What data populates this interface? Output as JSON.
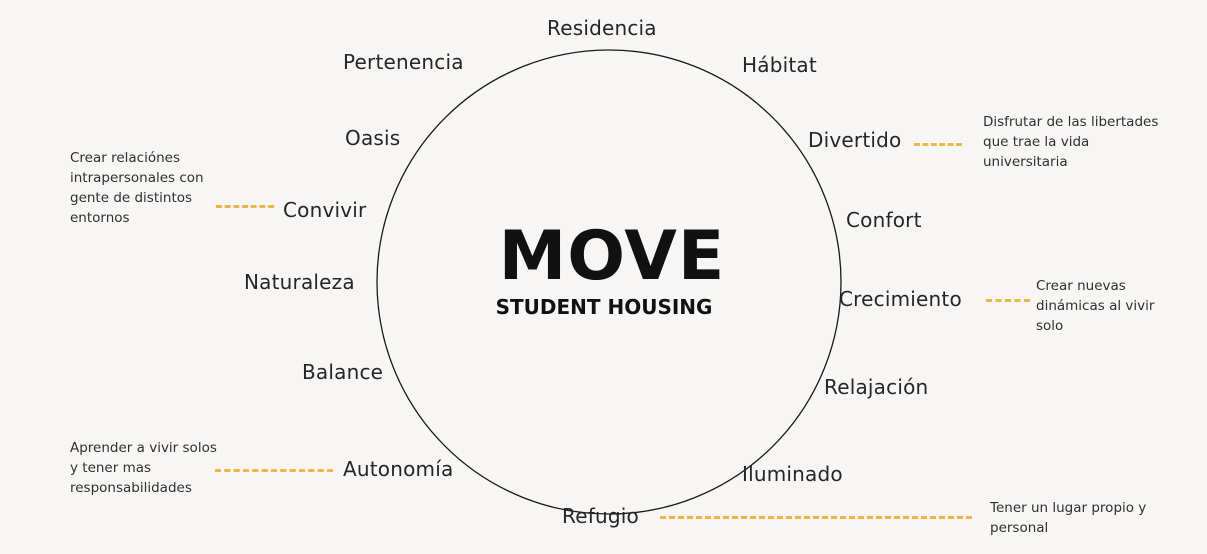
{
  "title": "MOVE",
  "subtitle": "STUDENT HOUSING",
  "words": {
    "residencia": "Residencia",
    "pertenencia": "Pertenencia",
    "habitat": "Hábitat",
    "oasis": "Oasis",
    "divertido": "Divertido",
    "convivir": "Convivir",
    "confort": "Confort",
    "naturaleza": "Naturaleza",
    "crecimiento": "Crecimiento",
    "balance": "Balance",
    "relajacion": "Relajación",
    "autonomia": "Autonomía",
    "iluminado": "Iluminado",
    "refugio": "Refugio"
  },
  "notes": {
    "convivir": "Crear relaciónes intrapersonales con gente de distintos entornos",
    "divertido": "Disfrutar de las libertades que trae la vida universitaria",
    "crecimiento": "Crear nuevas dinámicas al vivir solo",
    "autonomia": "Aprender a vivir solos y tener mas responsabilidades",
    "refugio": "Tener un lugar propio y personal"
  },
  "colors": {
    "accent_dash": "#f0b73d",
    "circle_stroke": "#1a1a1a",
    "background": "#f7f6f4"
  }
}
